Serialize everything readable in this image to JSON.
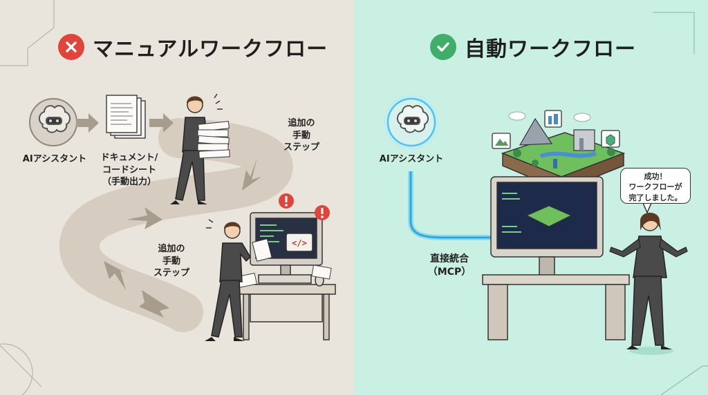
{
  "left_panel": {
    "title": "マニュアルワークフロー",
    "ai_label": "AIアシスタント",
    "doc_label": "ドキュメント/\nコードシート\n（手動出力）",
    "step_label_1": "追加の\n手動\nステップ",
    "step_label_2": "追加の\n手動\nステップ",
    "colors": {
      "bg": "#e9e4dc",
      "badge": "#e0443a",
      "arrow": "#c9bfb1",
      "alert": "#e0443a"
    }
  },
  "right_panel": {
    "title": "自動ワークフロー",
    "ai_label": "AIアシスタント",
    "integration_label": "直接統合\n（MCP）",
    "bubble_lines": [
      "成功！",
      "ワークフローが",
      "完了しました。"
    ],
    "colors": {
      "bg": "#c9f0e2",
      "badge": "#3fae6a",
      "beam": "#4cc3f0",
      "screen": "#1d2a4a"
    }
  },
  "icons": [
    "close-icon",
    "check-icon",
    "brain-icon",
    "document-stack-icon",
    "alert-icon",
    "code-icon",
    "mountain-icon",
    "building-icon",
    "cube-icon"
  ]
}
